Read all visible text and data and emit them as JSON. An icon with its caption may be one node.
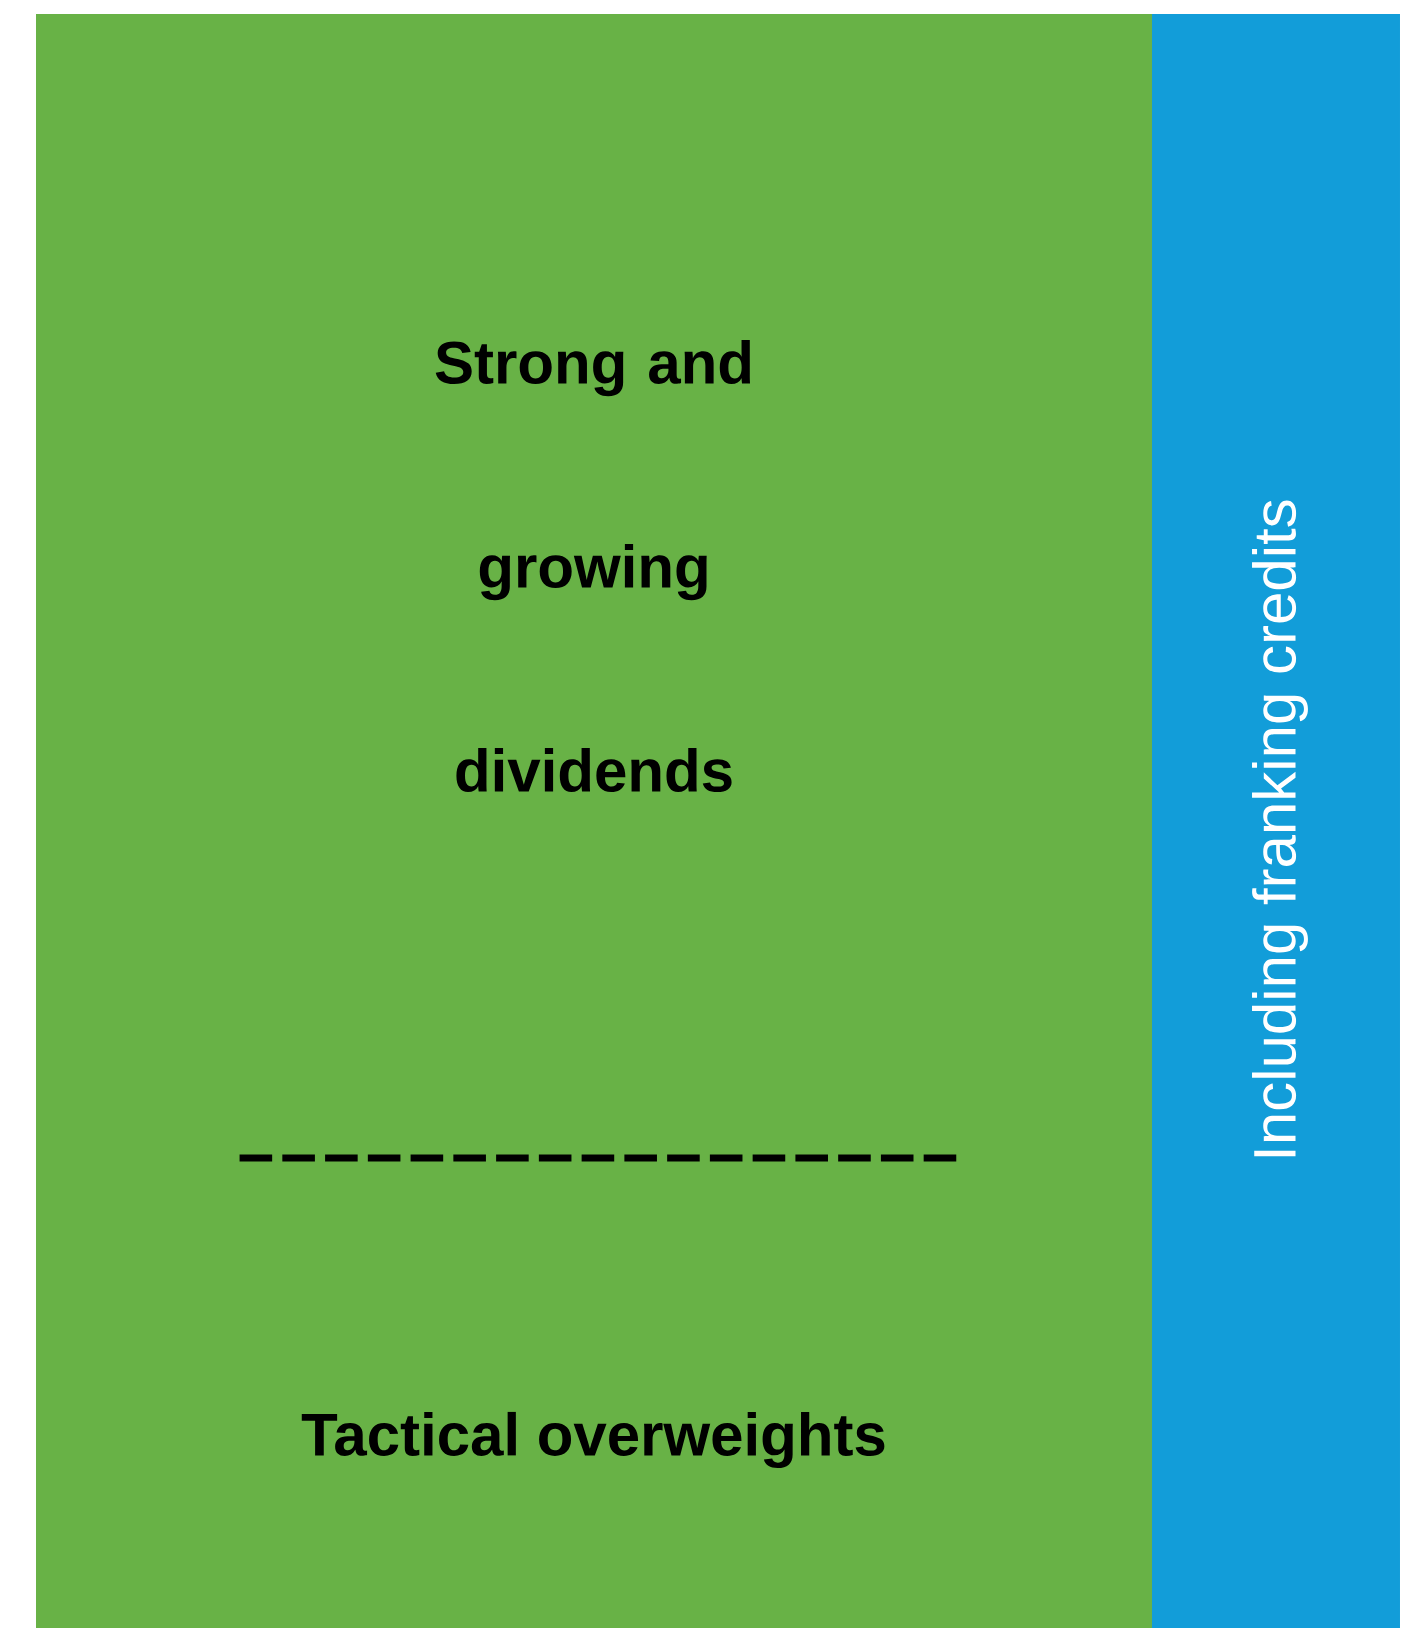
{
  "diagram": {
    "nodes": [
      {
        "text": [
          "Strong and growing dividends",
          "-----------------",
          "Tactical overweights"
        ]
      },
      {
        "text": [
          "Including franking credits"
        ]
      }
    ]
  }
}
